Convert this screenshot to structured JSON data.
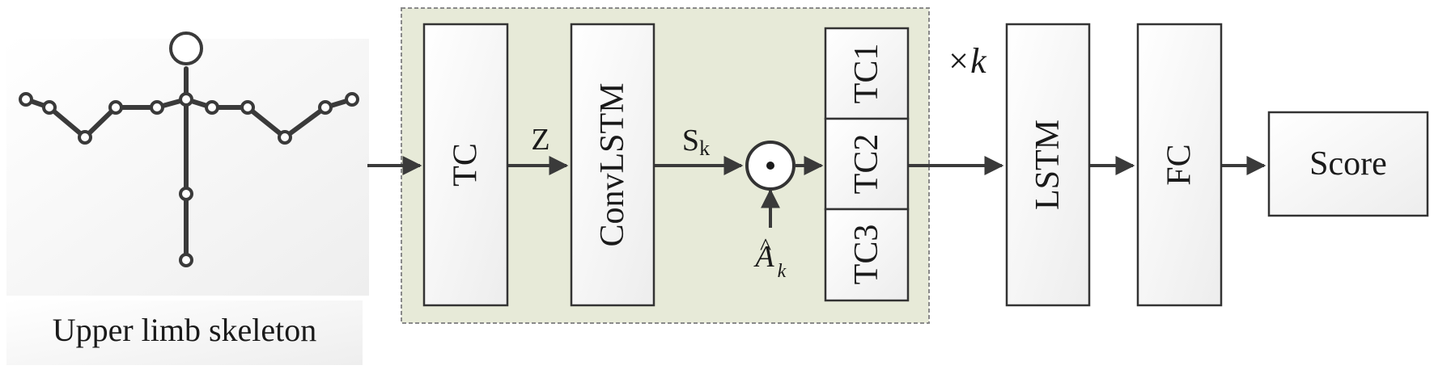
{
  "skeleton": {
    "label": "Upper limb skeleton"
  },
  "blocks": {
    "tc": "TC",
    "convlstm": "ConvLSTM",
    "tc1": "TC1",
    "tc2": "TC2",
    "tc3": "TC3",
    "lstm": "LSTM",
    "fc": "FC",
    "score": "Score"
  },
  "edges": {
    "z": "Z",
    "s_base": "S",
    "s_sub": "k",
    "a_base": "A",
    "a_hat": "^",
    "a_sub": "k",
    "repeat": "×k"
  },
  "colors": {
    "panel_fill": "#e7ead8",
    "panel_border": "#8a8a8a",
    "stroke": "#3a3a3a",
    "box_border": "#333333"
  }
}
